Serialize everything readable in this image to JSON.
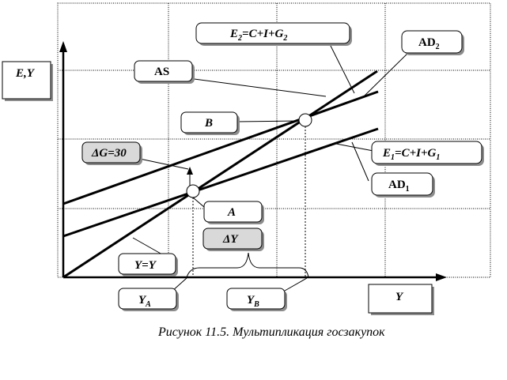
{
  "labels": {
    "e_y": "E,Y",
    "y_axis": "Y",
    "as": "AS",
    "ad1": "AD",
    "ad1_sub": "1",
    "ad2": "AD",
    "ad2_sub": "2",
    "e1_main": "E",
    "e1_sub": "1",
    "e1_rest": "=C+I+G",
    "e1_rest_sub": "1",
    "e2_main": "E",
    "e2_sub": "2",
    "e2_rest": "=C+I+G",
    "e2_rest_sub": "2",
    "point_a": "A",
    "point_b": "B",
    "delta_g": "ΔG=30",
    "delta_y": "ΔY",
    "y_eq_y": "Y=Y",
    "ya_main": "Y",
    "ya_sub": "A",
    "yb_main": "Y",
    "yb_sub": "B"
  },
  "caption": "Рисунок 11.5. Мультипликация госзакупок"
}
